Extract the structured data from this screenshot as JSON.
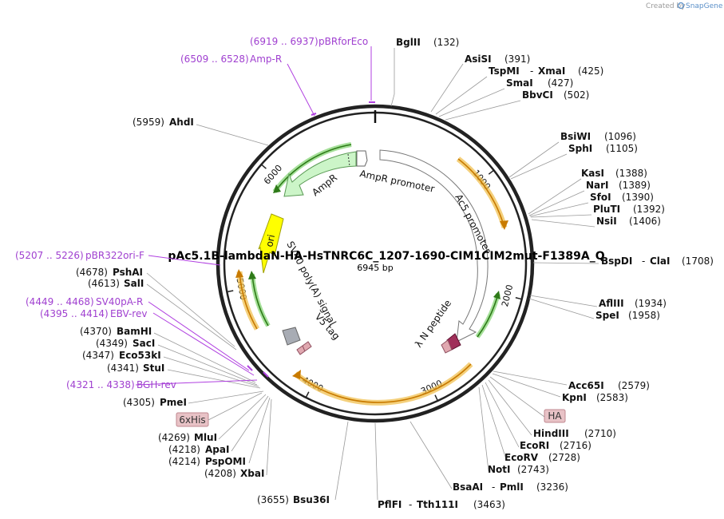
{
  "plasmid": {
    "name": "pAc5.1B-lambdaN-HA-HsTNRC6C_1207-1690-CIM1CIM2mut-F1389A_Q",
    "size_label": "6945 bp",
    "length": 6945
  },
  "credit": {
    "prefix": "Created by",
    "brand": "SnapGene"
  },
  "ticks": [
    {
      "bp": 1000,
      "label": "1000"
    },
    {
      "bp": 2000,
      "label": "2000"
    },
    {
      "bp": 3000,
      "label": "3000"
    },
    {
      "bp": 4000,
      "label": "4000"
    },
    {
      "bp": 5000,
      "label": "5000"
    },
    {
      "bp": 6000,
      "label": "6000"
    }
  ],
  "features": [
    {
      "id": "ampr",
      "label": "AmpR",
      "type": "arrow",
      "color": "#ccf5c8",
      "stroke": "#5a9a55"
    },
    {
      "id": "ampr-promoter",
      "label": "AmpR promoter",
      "type": "arrow",
      "color": "#ffffff",
      "stroke": "#777777"
    },
    {
      "id": "ac5-promoter",
      "label": "Ac5 promoter",
      "type": "arrow",
      "color": "#ffffff",
      "stroke": "#777777"
    },
    {
      "id": "ori",
      "label": "ori",
      "type": "arrow",
      "color": "#ffff00",
      "stroke": "#a0a000"
    },
    {
      "id": "sv40",
      "label": "SV40 poly(A) signal",
      "type": "box",
      "color": "#a8acb4",
      "stroke": "#666666"
    },
    {
      "id": "v5",
      "label": "V5 tag",
      "type": "box",
      "color": "#e0a8b0",
      "stroke": "#905060"
    },
    {
      "id": "lambda",
      "label": "λ N peptide",
      "type": "arrow",
      "color": "#a0305a",
      "stroke": "#601030"
    }
  ],
  "tags": [
    {
      "id": "tag-6xhis",
      "label": "6xHis"
    },
    {
      "id": "tag-ha",
      "label": "HA"
    }
  ],
  "sites": [
    {
      "name": "BglII",
      "pos": "(132)"
    },
    {
      "name": "AsiSI",
      "pos": "(391)"
    },
    {
      "name": "TspMI",
      "name2": "XmaI",
      "pos": "(425)"
    },
    {
      "name": "SmaI",
      "pos": "(427)"
    },
    {
      "name": "BbvCI",
      "pos": "(502)"
    },
    {
      "name": "BsiWI",
      "pos": "(1096)"
    },
    {
      "name": "SphI",
      "pos": "(1105)"
    },
    {
      "name": "KasI",
      "pos": "(1388)"
    },
    {
      "name": "NarI",
      "pos": "(1389)"
    },
    {
      "name": "SfoI",
      "pos": "(1390)"
    },
    {
      "name": "PluTI",
      "pos": "(1392)"
    },
    {
      "name": "NsiI",
      "pos": "(1406)"
    },
    {
      "name": "BspDI",
      "name2": "ClaI",
      "pos": "(1708)"
    },
    {
      "name": "AflIII",
      "pos": "(1934)"
    },
    {
      "name": "SpeI",
      "pos": "(1958)"
    },
    {
      "name": "Acc65I",
      "pos": "(2579)"
    },
    {
      "name": "KpnI",
      "pos": "(2583)"
    },
    {
      "name": "HindIII",
      "pos": "(2710)"
    },
    {
      "name": "EcoRI",
      "pos": "(2716)"
    },
    {
      "name": "EcoRV",
      "pos": "(2728)"
    },
    {
      "name": "NotI",
      "pos": "(2743)"
    },
    {
      "name": "BsaAI",
      "name2": "PmlI",
      "pos": "(3236)"
    },
    {
      "name": "PflFI",
      "name2": "Tth111I",
      "pos": "(3463)"
    },
    {
      "name": "Bsu36I",
      "pos": "(3655)"
    },
    {
      "name": "XbaI",
      "pos": "(4208)"
    },
    {
      "name": "PspOMI",
      "pos": "(4214)"
    },
    {
      "name": "ApaI",
      "pos": "(4218)"
    },
    {
      "name": "MluI",
      "pos": "(4269)"
    },
    {
      "name": "PmeI",
      "pos": "(4305)"
    },
    {
      "name": "StuI",
      "pos": "(4341)"
    },
    {
      "name": "Eco53kI",
      "pos": "(4347)"
    },
    {
      "name": "SacI",
      "pos": "(4349)"
    },
    {
      "name": "BamHI",
      "pos": "(4370)"
    },
    {
      "name": "SalI",
      "pos": "(4613)"
    },
    {
      "name": "PshAI",
      "pos": "(4678)"
    },
    {
      "name": "AhdI",
      "pos": "(5959)"
    }
  ],
  "primers": [
    {
      "name": "pBRforEco",
      "range": "(6919 .. 6937)"
    },
    {
      "name": "Amp-R",
      "range": "(6509 .. 6528)"
    },
    {
      "name": "pBR322ori-F",
      "range": "(5207 .. 5226)"
    },
    {
      "name": "SV40pA-R",
      "range": "(4449 .. 4468)"
    },
    {
      "name": "EBV-rev",
      "range": "(4395 .. 4414)"
    },
    {
      "name": "BGH-rev",
      "range": "(4321 .. 4338)"
    }
  ],
  "colors": {
    "backbone": "#222222",
    "orf_fill": "#f0c050",
    "orf_stroke": "#c87a00",
    "green_arrow": "#3a8a20",
    "primer": "#a040d0"
  }
}
